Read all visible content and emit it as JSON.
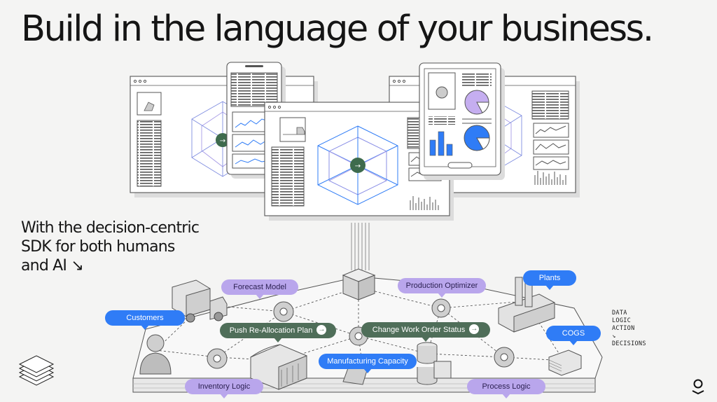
{
  "headline": "Build in the language of your business.",
  "subheadline": [
    "With the decision-centric",
    "SDK for both humans",
    "and AI ↘"
  ],
  "tags": {
    "customers": "Customers",
    "forecast_model": "Forecast Model",
    "push_reallocation": "Push Re-Allocation Plan",
    "production_optimizer": "Production Optimizer",
    "plants": "Plants",
    "change_work_order": "Change Work Order Status",
    "cogs": "COGS",
    "manufacturing_capacity": "Manufacturing Capacity",
    "inventory_logic": "Inventory Logic",
    "process_logic": "Process Logic"
  },
  "legend": [
    "DATA",
    "LOGIC",
    "ACTION",
    "↘",
    "DECISIONS"
  ],
  "icons": {
    "arrow": "arrow-right-icon",
    "brand_logo": "stacked-layers-logo-icon",
    "corner_mark": "palantir-mark-icon"
  },
  "colors": {
    "blue": "#2f7cf6",
    "purple": "#b9a6ec",
    "green": "#4f6e59",
    "line": "#555555",
    "background": "#f4f4f3"
  }
}
